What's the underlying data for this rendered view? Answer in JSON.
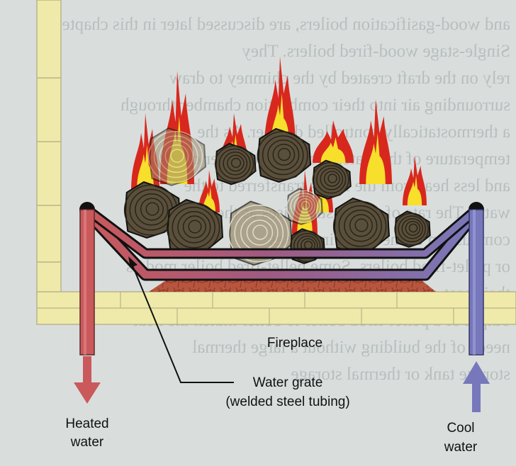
{
  "diagram": {
    "labels": {
      "fireplace": "Fireplace",
      "water_grate_line1": "Water grate",
      "water_grate_line2": "(welded steel tubing)",
      "heated_line1": "Heated",
      "heated_line2": "water",
      "cool_line1": "Cool",
      "cool_line2": "water"
    },
    "colors": {
      "background": "#d9dedd",
      "brick": "#efeaa9",
      "hot_pipe": "#c9595b",
      "cool_pipe": "#7778bb",
      "flame_red": "#d8281e",
      "flame_yellow": "#f7df2c",
      "log": "#5a4f3b",
      "ember": "#b8553e"
    },
    "background_text_lines": [
      "and wood-gasification boilers, are discussed later in this chapter.",
      "Single-stage wood-fired boilers. They",
      "rely on the draft created by the chimney to draw",
      "surrounding air into their combustion chamber through",
      "a thermostatically controlled damper. As the",
      "temperature of the water drops, the damper opens",
      "and less heat from the fire is transferred to the",
      "water. The rate of combustion rises as the rate of",
      "combustion of the wood increases",
      "or pellet-fired boilers. Some pellet-fired boiler models",
      "their heat output when necessary. This allows the",
      "output of a pellet-fired boiler to better match the heat",
      "needs of the building without a large thermal",
      "storage tank or thermal storage"
    ]
  }
}
